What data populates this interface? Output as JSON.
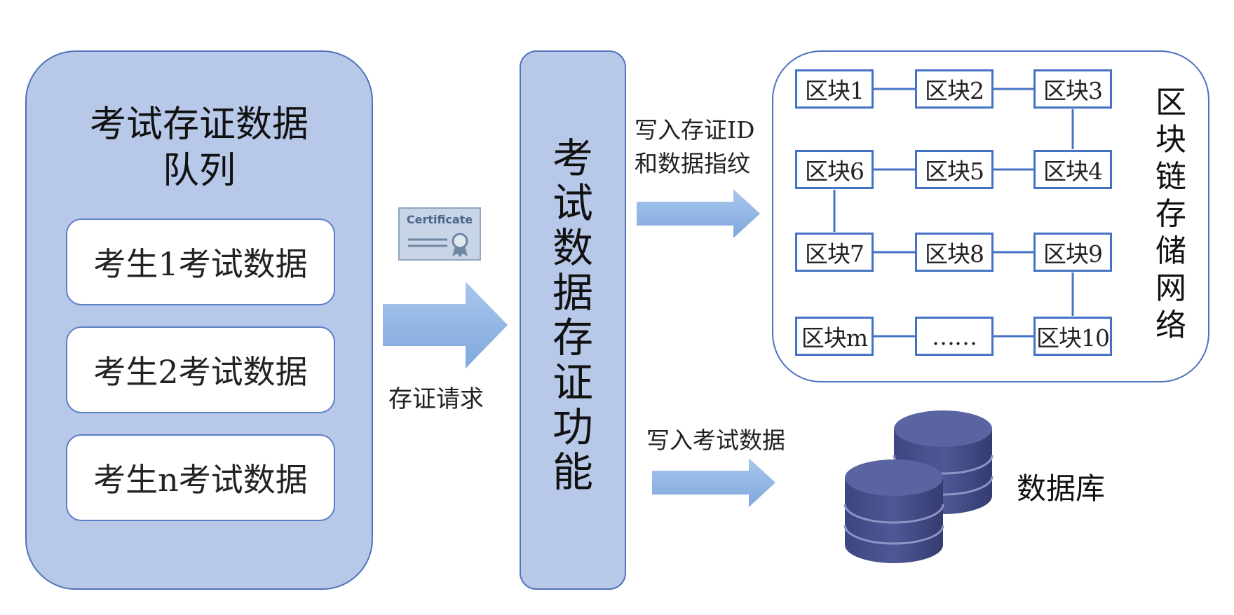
{
  "queue": {
    "title_line1": "考试存证数据",
    "title_line2": "队列",
    "items": [
      "考生1考试数据",
      "考生2考试数据",
      "考生n考试数据"
    ]
  },
  "certificate": {
    "label": "Certificate"
  },
  "request_label": "存证请求",
  "function": {
    "chars": [
      "考",
      "试",
      "数",
      "据",
      "存",
      "证",
      "功",
      "能"
    ]
  },
  "chain_write": {
    "line1": "写入存证ID",
    "line2": "和数据指纹"
  },
  "db_write": "写入考试数据",
  "blockchain": {
    "label_chars": [
      "区",
      "块",
      "链",
      "存",
      "储",
      "网",
      "络"
    ],
    "blocks": [
      "区块1",
      "区块2",
      "区块3",
      "区块6",
      "区块5",
      "区块4",
      "区块7",
      "区块8",
      "区块9",
      "区块m",
      "……",
      "区块10"
    ]
  },
  "database": {
    "label": "数据库"
  },
  "colors": {
    "panel_fill": "#b8c8e8",
    "panel_border": "#4f72bc",
    "block_border": "#4472c4",
    "arrow": "#8fb4e3",
    "database": "#59629e"
  }
}
